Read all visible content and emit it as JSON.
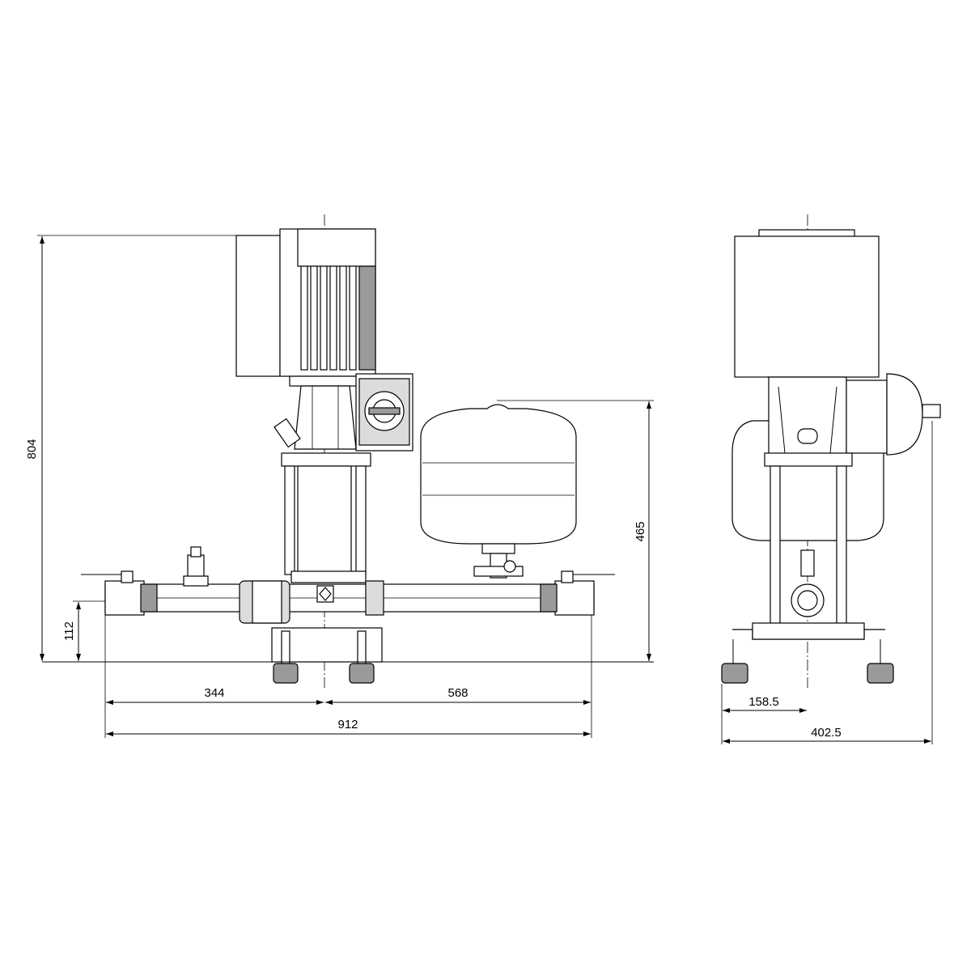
{
  "drawing": {
    "front_view": {
      "dimensions": {
        "overall_height": "804",
        "inlet_height": "112",
        "left_to_axis": "344",
        "axis_to_right": "568",
        "overall_length": "912",
        "tank_height": "465"
      }
    },
    "side_view": {
      "dimensions": {
        "axis_offset": "158.5",
        "overall_depth": "402.5"
      }
    }
  }
}
